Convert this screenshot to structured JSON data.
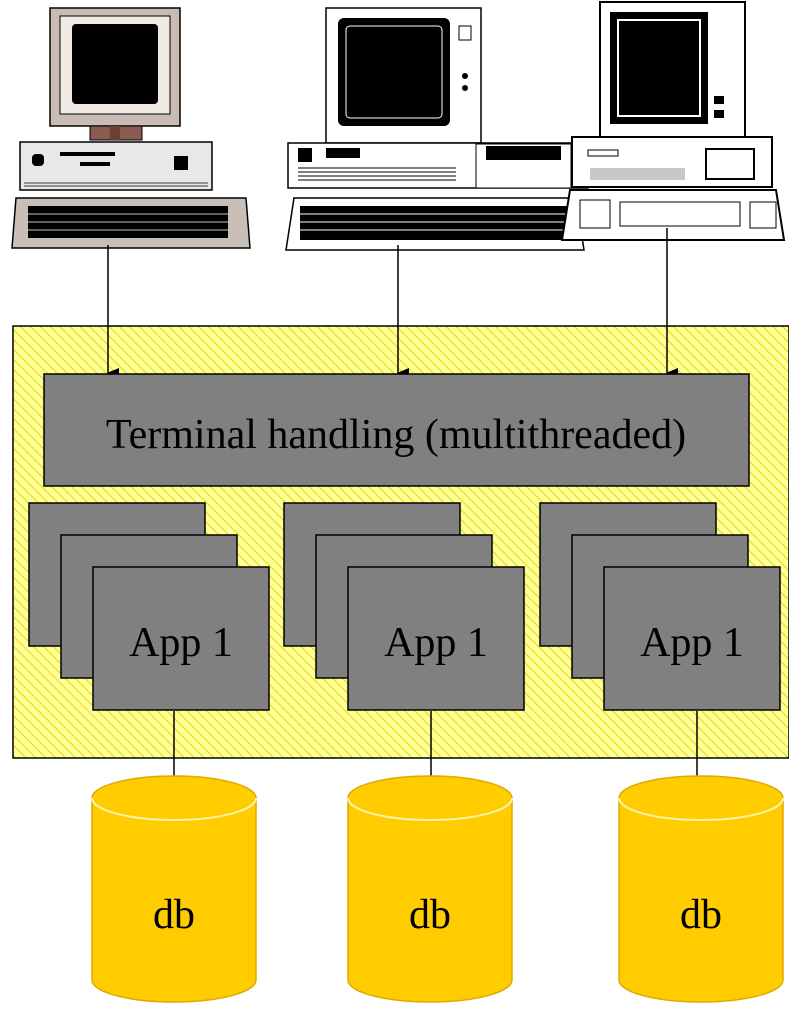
{
  "middleware": {
    "terminal_handler_label": "Terminal handling (multithreaded)"
  },
  "app_groups": [
    {
      "label": "App 1"
    },
    {
      "label": "App 1"
    },
    {
      "label": "App 1"
    }
  ],
  "databases": [
    {
      "label": "db"
    },
    {
      "label": "db"
    },
    {
      "label": "db"
    }
  ],
  "terminals": [
    {
      "icon": "ibm-ps2-computer-icon"
    },
    {
      "icon": "ibm-pc-at-computer-icon"
    },
    {
      "icon": "terminal-workstation-icon"
    }
  ],
  "colors": {
    "hatch_background": "#ffff99",
    "hatch_lines": "#e6d800",
    "process_box": "#808080",
    "database": "#ffcc00",
    "database_edge": "#e0a800"
  }
}
